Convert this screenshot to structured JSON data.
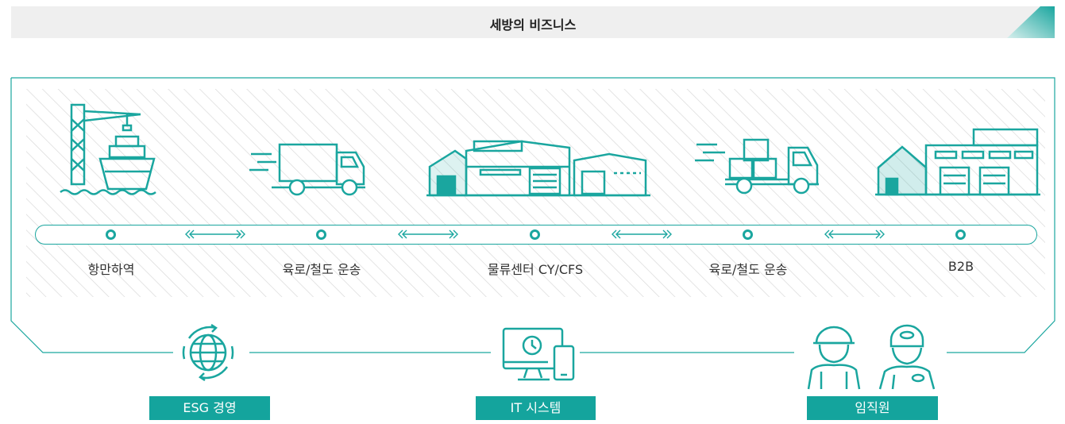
{
  "page": {
    "title": "세방의 비즈니스"
  },
  "colors": {
    "teal": "#1aa69f",
    "teal_dark": "#14a49d",
    "header_bg": "#efefef",
    "hatch": "#d9d9d9"
  },
  "stages": [
    {
      "label": "항만하역",
      "icon": "port-crane-ship-icon"
    },
    {
      "label": "육로/철도 운송",
      "icon": "truck-icon"
    },
    {
      "label": "물류센터 CY/CFS",
      "icon": "warehouse-icon"
    },
    {
      "label": "육로/철도 운송",
      "icon": "cargo-truck-icon"
    },
    {
      "label": "B2B",
      "icon": "factory-icon"
    }
  ],
  "supports": [
    {
      "label": "ESG 경영",
      "icon": "globe-cycle-icon"
    },
    {
      "label": "IT 시스템",
      "icon": "monitor-phone-icon"
    },
    {
      "label": "임직원",
      "icon": "workers-icon"
    }
  ]
}
